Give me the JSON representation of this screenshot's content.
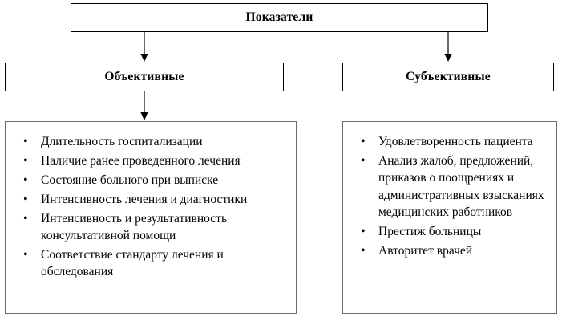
{
  "diagram": {
    "root": {
      "label": "Показатели"
    },
    "branches": [
      {
        "title": "Объективные",
        "items": [
          "Длительность госпитализации",
          "Наличие ранее проведенного лечения",
          "Состояние больного при выписке",
          "Интенсивность лечения и диагностики",
          "Интенсивность и результативность консультативной помощи",
          "Соответствие стандарту лечения и обследования"
        ]
      },
      {
        "title": "Субъективные",
        "items": [
          "Удовлетворенность пациента",
          "Анализ жалоб, предложений, приказов о поощрениях и административных взысканиях медицинских работников",
          "Престиж больницы",
          "Авторитет врачей"
        ]
      }
    ],
    "bullet": "•",
    "colors": {
      "stroke": "#000000",
      "list_border": "#6b6b6b",
      "background": "#ffffff"
    }
  }
}
